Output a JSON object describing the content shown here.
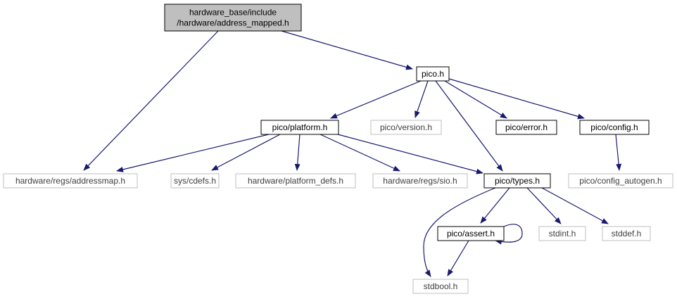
{
  "colors": {
    "edge": "#191970",
    "root_fill": "#bfbfbf",
    "node_border": "#000000",
    "external_border": "#bfbfbf",
    "external_text": "#404040",
    "text": "#000000"
  },
  "nodes": {
    "root": {
      "lines": [
        "hardware_base/include",
        "/hardware/address_mapped.h"
      ],
      "kind": "root"
    },
    "pico": {
      "lines": [
        "pico.h"
      ],
      "kind": "file"
    },
    "platform": {
      "lines": [
        "pico/platform.h"
      ],
      "kind": "file"
    },
    "version": {
      "lines": [
        "pico/version.h"
      ],
      "kind": "external"
    },
    "error": {
      "lines": [
        "pico/error.h"
      ],
      "kind": "file"
    },
    "config": {
      "lines": [
        "pico/config.h"
      ],
      "kind": "file"
    },
    "addressmap": {
      "lines": [
        "hardware/regs/addressmap.h"
      ],
      "kind": "external"
    },
    "cdefs": {
      "lines": [
        "sys/cdefs.h"
      ],
      "kind": "external"
    },
    "platform_defs": {
      "lines": [
        "hardware/platform_defs.h"
      ],
      "kind": "external"
    },
    "sio": {
      "lines": [
        "hardware/regs/sio.h"
      ],
      "kind": "external"
    },
    "types": {
      "lines": [
        "pico/types.h"
      ],
      "kind": "file"
    },
    "config_autogen": {
      "lines": [
        "pico/config_autogen.h"
      ],
      "kind": "external"
    },
    "assert": {
      "lines": [
        "pico/assert.h"
      ],
      "kind": "file"
    },
    "stdint": {
      "lines": [
        "stdint.h"
      ],
      "kind": "external"
    },
    "stddef": {
      "lines": [
        "stddef.h"
      ],
      "kind": "external"
    },
    "stdbool": {
      "lines": [
        "stdbool.h"
      ],
      "kind": "external"
    }
  },
  "edges": [
    [
      "root",
      "addressmap"
    ],
    [
      "root",
      "pico"
    ],
    [
      "pico",
      "platform"
    ],
    [
      "pico",
      "version"
    ],
    [
      "pico",
      "types"
    ],
    [
      "pico",
      "error"
    ],
    [
      "pico",
      "config"
    ],
    [
      "platform",
      "addressmap"
    ],
    [
      "platform",
      "cdefs"
    ],
    [
      "platform",
      "platform_defs"
    ],
    [
      "platform",
      "sio"
    ],
    [
      "platform",
      "types"
    ],
    [
      "config",
      "config_autogen"
    ],
    [
      "types",
      "stdbool"
    ],
    [
      "types",
      "assert"
    ],
    [
      "types",
      "stdint"
    ],
    [
      "types",
      "stddef"
    ],
    [
      "assert",
      "stdbool"
    ],
    [
      "assert",
      "assert"
    ]
  ]
}
